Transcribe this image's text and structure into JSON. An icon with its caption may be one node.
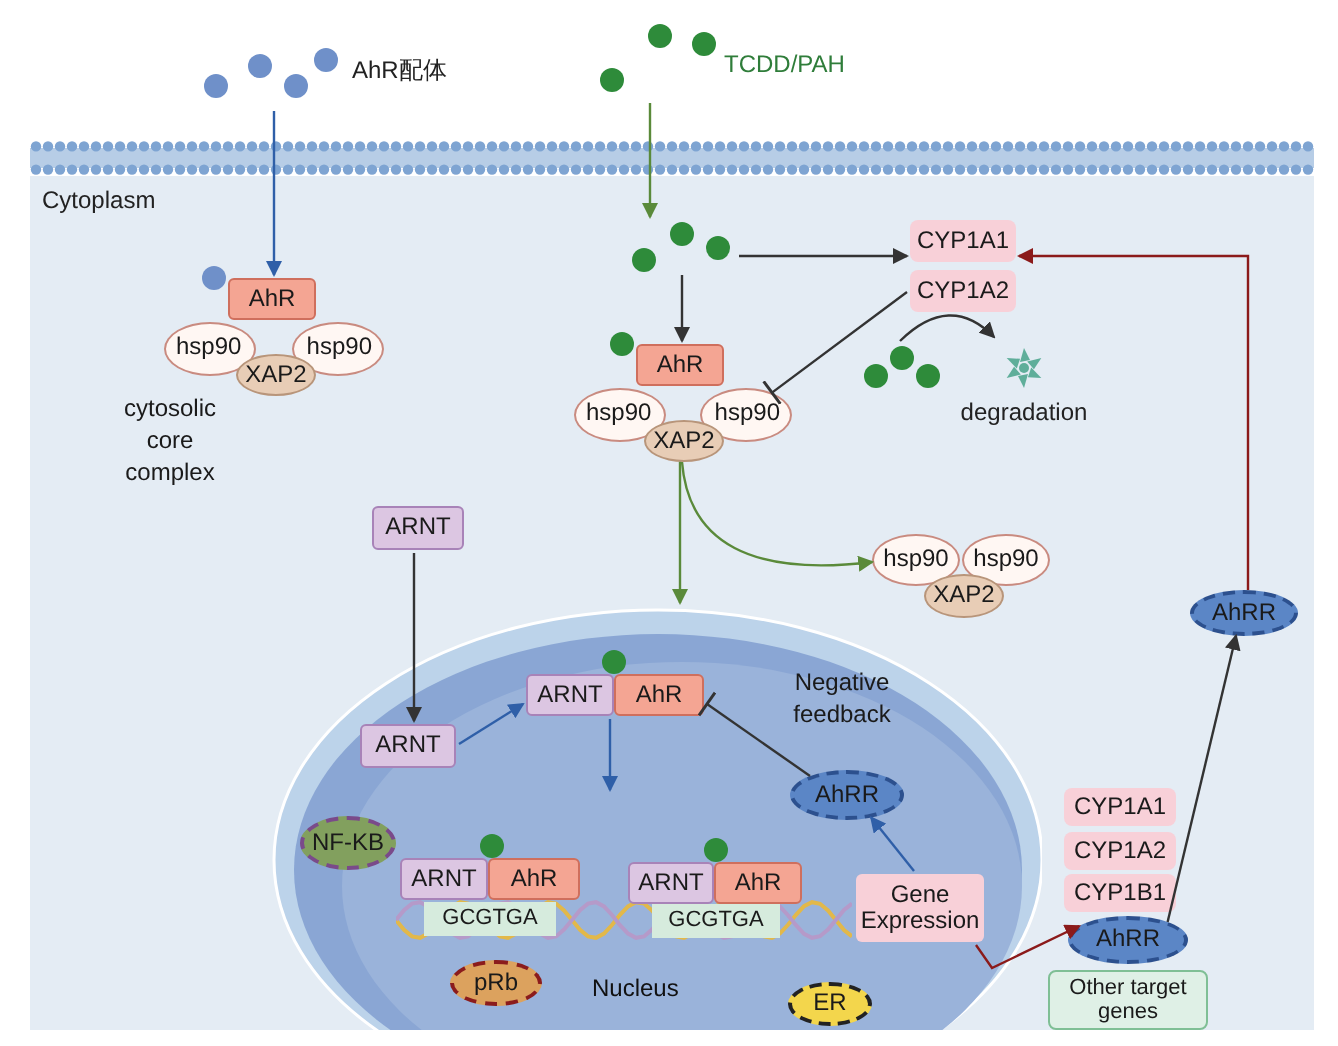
{
  "diagram": {
    "nodes": [
      {
        "text": [
          "AhR配体"
        ]
      },
      {
        "text": [
          "TCDD/PAH"
        ]
      },
      {
        "text": [
          "Cytoplasm"
        ]
      },
      {
        "text": [
          "AhR"
        ],
        "in": 2
      },
      {
        "text": [
          "hsp90"
        ],
        "in": 2
      },
      {
        "text": [
          "hsp90"
        ],
        "in": 2
      },
      {
        "text": [
          "XAP2"
        ],
        "in": 2
      },
      {
        "text": [],
        "shape": "circle",
        "in": 2
      },
      {
        "text": [
          "CYP1A1"
        ],
        "in": 2
      },
      {
        "text": [
          "CYP1A2"
        ],
        "in": 2
      },
      {
        "text": [],
        "shape": "circle",
        "in": 2
      },
      {
        "text": [
          "degradation"
        ],
        "in": 2
      },
      {
        "text": [
          "AhR"
        ],
        "in": 2
      },
      {
        "text": [
          "hsp90"
        ],
        "in": 2
      },
      {
        "text": [
          "hsp90"
        ],
        "in": 2
      },
      {
        "text": [
          "XAP2"
        ],
        "in": 2
      },
      {
        "text": [
          "ARNT"
        ],
        "in": 2
      },
      {
        "text": [
          "hsp90"
        ],
        "in": 2
      },
      {
        "text": [
          "hsp90"
        ],
        "in": 2
      },
      {
        "text": [
          "XAP2"
        ],
        "in": 2
      },
      {
        "text": [
          "AhRR"
        ],
        "in": 2
      },
      {
        "text": [
          "Nucleus"
        ],
        "in": 2
      },
      {
        "text": [
          "ARNT"
        ],
        "in": 21
      },
      {
        "text": [
          "ARNT"
        ],
        "in": 21
      },
      {
        "text": [
          "AhR"
        ],
        "in": 21
      },
      {
        "text": [
          "AhRR"
        ],
        "in": 21
      },
      {
        "text": [
          "NF-KB"
        ],
        "in": 21
      },
      {
        "text": [
          "ARNT"
        ],
        "in": 21
      },
      {
        "text": [
          "AhR"
        ],
        "in": 21
      },
      {
        "text": [
          "GCGTGA"
        ],
        "in": 21
      },
      {
        "text": [
          "ARNT"
        ],
        "in": 21
      },
      {
        "text": [
          "AhR"
        ],
        "in": 21
      },
      {
        "text": [
          "GCGTGA"
        ],
        "in": 21
      },
      {
        "text": [
          "Gene Expression"
        ],
        "in": 21
      },
      {
        "text": [
          "pRb"
        ],
        "in": 21
      },
      {
        "text": [
          "ER"
        ],
        "in": 21
      },
      {
        "text": [
          "CYP1A1"
        ],
        "in": 2
      },
      {
        "text": [
          "CYP1A2"
        ],
        "in": 2
      },
      {
        "text": [
          "CYP1B1"
        ],
        "in": 2
      },
      {
        "text": [
          "AhRR"
        ],
        "in": 2
      },
      {
        "text": [
          "Other target genes"
        ],
        "in": 2
      }
    ],
    "edges": [
      {
        "from": 0,
        "to": 3,
        "arrow": "to",
        "color": "#2f5fa8"
      },
      {
        "from": 1,
        "to": 7,
        "arrow": "to",
        "color": "#5a8a3a"
      },
      {
        "from": 7,
        "to": 12,
        "arrow": "to"
      },
      {
        "from": 7,
        "to": 8,
        "arrow": "to"
      },
      {
        "from": 9,
        "to": 14,
        "arrow": "other"
      },
      {
        "from": 10,
        "to": 11,
        "arrow": "to"
      },
      {
        "from": 15,
        "to": 21,
        "arrow": "to",
        "color": "#5a8a3a"
      },
      {
        "from": 15,
        "to": 17,
        "arrow": "to",
        "color": "#5a8a3a"
      },
      {
        "from": 16,
        "to": 22,
        "arrow": "to"
      },
      {
        "from": 22,
        "to": 23,
        "arrow": "to",
        "color": "#2f5fa8"
      },
      {
        "from": 23,
        "to": null,
        "arrow": "to",
        "color": "#2f5fa8"
      },
      {
        "from": 33,
        "to": 25,
        "arrow": "to",
        "color": "#2f5fa8"
      },
      {
        "from": 25,
        "to": 24,
        "arrow": "other",
        "label": "Negative feedback"
      },
      {
        "from": 33,
        "to": 39,
        "arrow": "to",
        "color": "#8b1a1a"
      },
      {
        "from": 39,
        "to": 20,
        "arrow": "to"
      },
      {
        "from": 20,
        "to": 8,
        "arrow": "to",
        "color": "#8b1a1a"
      }
    ],
    "labels": [
      "cytosolic core complex"
    ]
  }
}
